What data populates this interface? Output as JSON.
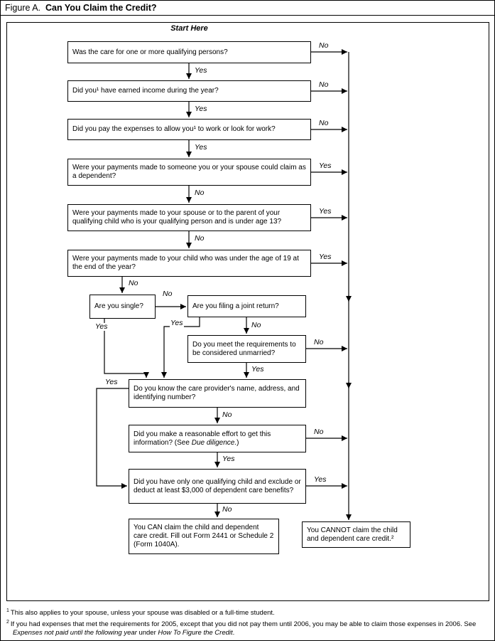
{
  "title": {
    "prefix": "Figure A.",
    "heading": "Can You Claim the Credit?"
  },
  "start_label": "Start Here",
  "labels": {
    "yes": "Yes",
    "no": "No"
  },
  "boxes": {
    "q1": "Was the care for one or more qualifying persons?",
    "q2": "Did you¹ have earned income during the year?",
    "q3": "Did you pay the expenses to allow you¹ to work or look for work?",
    "q4": "Were your payments made to someone you or your spouse could claim as a dependent?",
    "q5": "Were your payments made to your spouse or to the parent of your qualifying child who is your qualifying person and is under age 13?",
    "q6": "Were your payments made to your child who was under the age of 19 at the end of the year?",
    "q7": "Are you single?",
    "q8": "Are you filing a joint return?",
    "q9": "Do you meet the requirements to be considered unmarried?",
    "q10": "Do you know the care provider's name, address, and identifying number?",
    "q11_pre": "Did you make a reasonable effort to get this information? (See ",
    "q11_italic": "Due diligence.",
    "q11_post": ")",
    "q12": "Did you have only one qualifying child and exclude or deduct at least $3,000 of dependent care benefits?",
    "q13": "You CAN claim the child and dependent care credit. Fill out Form 2441 or Schedule 2 (Form 1040A).",
    "q14": "You CANNOT claim the child and dependent care credit.²"
  },
  "footnotes": {
    "f1": {
      "marker": "1",
      "text": "This also applies to your spouse, unless your spouse was disabled or a full-time student."
    },
    "f2": {
      "marker": "2",
      "part1": "If you had expenses that met the requirements for 2005, except that you did not pay them until 2006, you may be able to claim those expenses in 2006. See ",
      "italic1": "Expenses not paid until the following year",
      "part2": " under ",
      "italic2": "How To Figure the Credit",
      "part3": "."
    }
  }
}
